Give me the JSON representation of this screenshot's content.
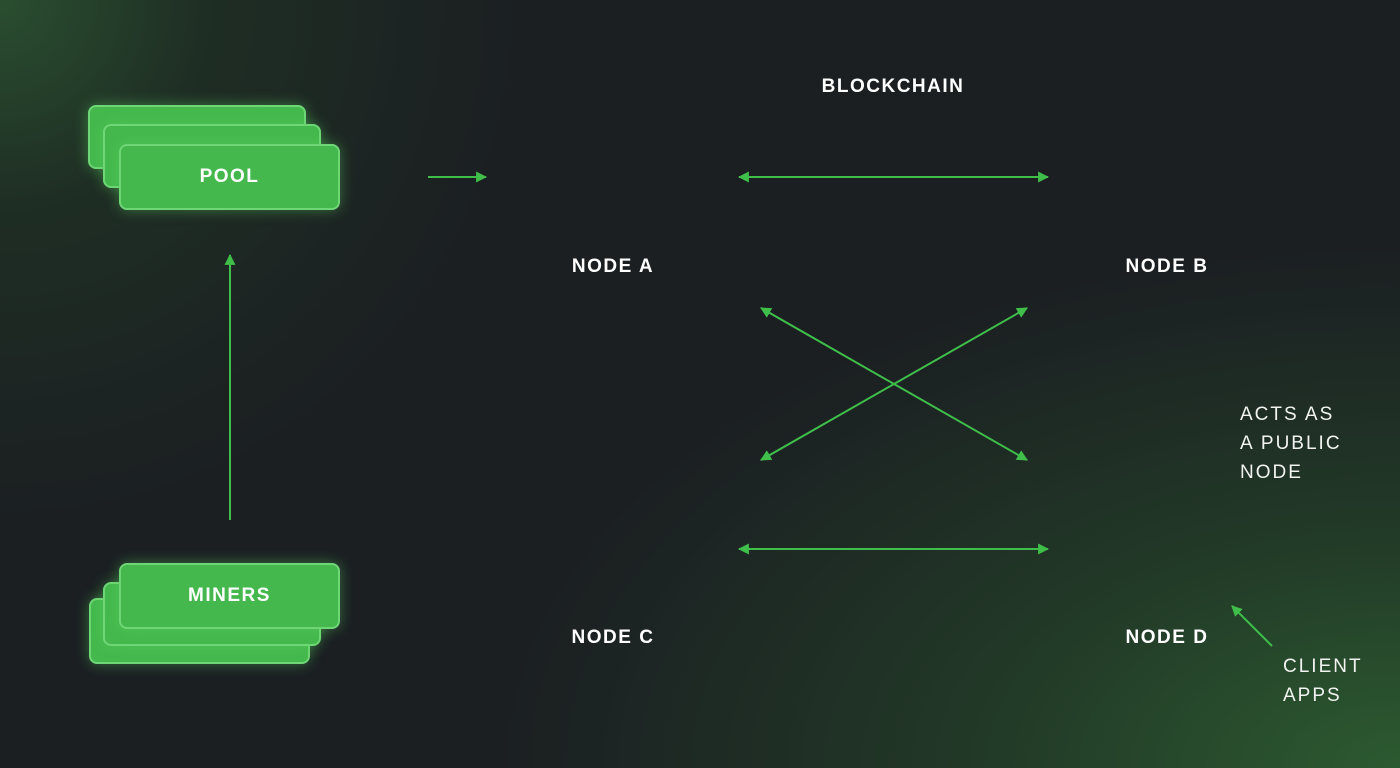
{
  "title": "BLOCKCHAIN",
  "pool": {
    "label": "POOL"
  },
  "miners": {
    "label": "MINERS"
  },
  "nodes": {
    "a": {
      "label": "NODE A"
    },
    "b": {
      "label": "NODE B"
    },
    "c": {
      "label": "NODE C"
    },
    "d": {
      "label": "NODE D"
    }
  },
  "notes": {
    "public_node": {
      "line1": "ACTS AS",
      "line2": "A PUBLIC",
      "line3": "NODE"
    },
    "client_apps": {
      "line1": "CLIENT",
      "line2": "APPS"
    }
  },
  "colors": {
    "accent": "#44b84c",
    "accent_light": "#8fe08f",
    "accent_dark": "#2a8a32",
    "line": "#3fbf4a",
    "text": "#ffffff"
  }
}
